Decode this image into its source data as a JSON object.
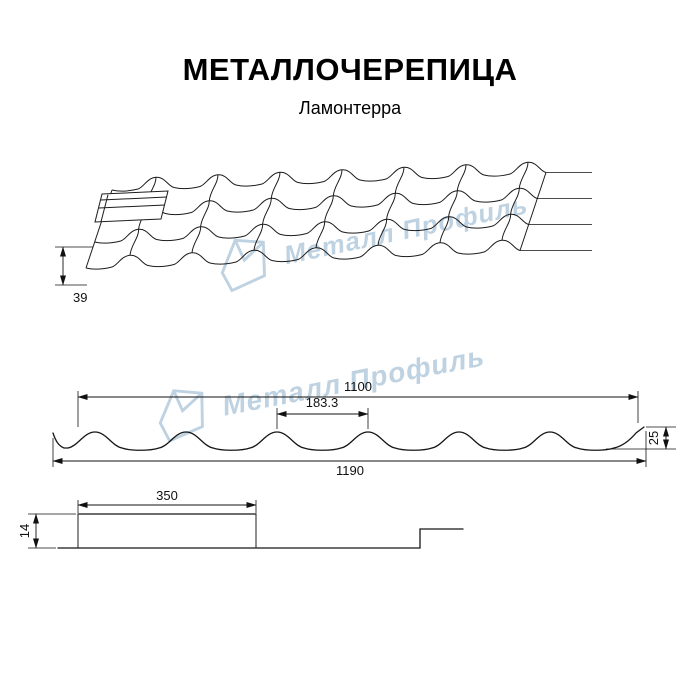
{
  "page": {
    "title": "МЕТАЛЛОЧЕРЕПИЦА",
    "subtitle": "Ламонтерра"
  },
  "watermark": {
    "text_top": "Металл Профиль",
    "text_middle": "Металл Профиль"
  },
  "dims": {
    "side_height": "39",
    "cover_width": "1100",
    "wave_step": "183.3",
    "profile_height": "25",
    "overall_width": "1190",
    "module_length": "350",
    "step_height": "14"
  }
}
